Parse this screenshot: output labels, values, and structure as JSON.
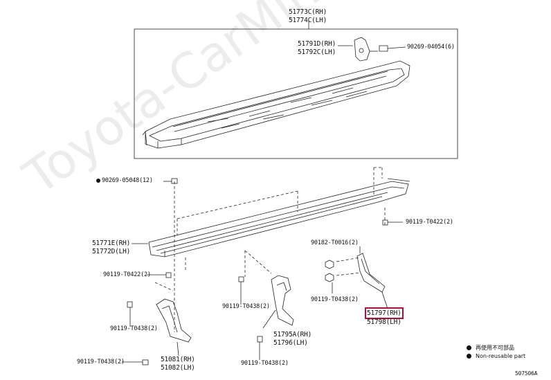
{
  "watermark": "Toyota-CarMine.ru",
  "labels": {
    "l1": "51773C(RH)",
    "l2": "51774C(LH)",
    "l3": "51791D(RH)",
    "l4": "51792C(LH)",
    "l5": "90269-04054(6)",
    "l6": "90269-05048(12)",
    "l7": "90119-T0422(2)",
    "l8": "51771E(RH)",
    "l9": "51772D(LH)",
    "l10": "90182-T0016(2)",
    "l11": "90119-T0422(2)",
    "l12": "90119-T0438(2)",
    "l13": "90119-T0438(2)",
    "l14": "51797(RH)",
    "l15": "51798(LH)",
    "l16": "90119-T0438(2)",
    "l17": "51795A(RH)",
    "l18": "51796(LH)",
    "l19": "90119-T0438(2)",
    "l20": "51081(RH)",
    "l21": "51082(LH)",
    "l22": "90119-T0438(2)"
  },
  "legend": {
    "item1": "再使用不可部品",
    "item2": "Non-reusable part"
  },
  "figure_code": "507506A"
}
